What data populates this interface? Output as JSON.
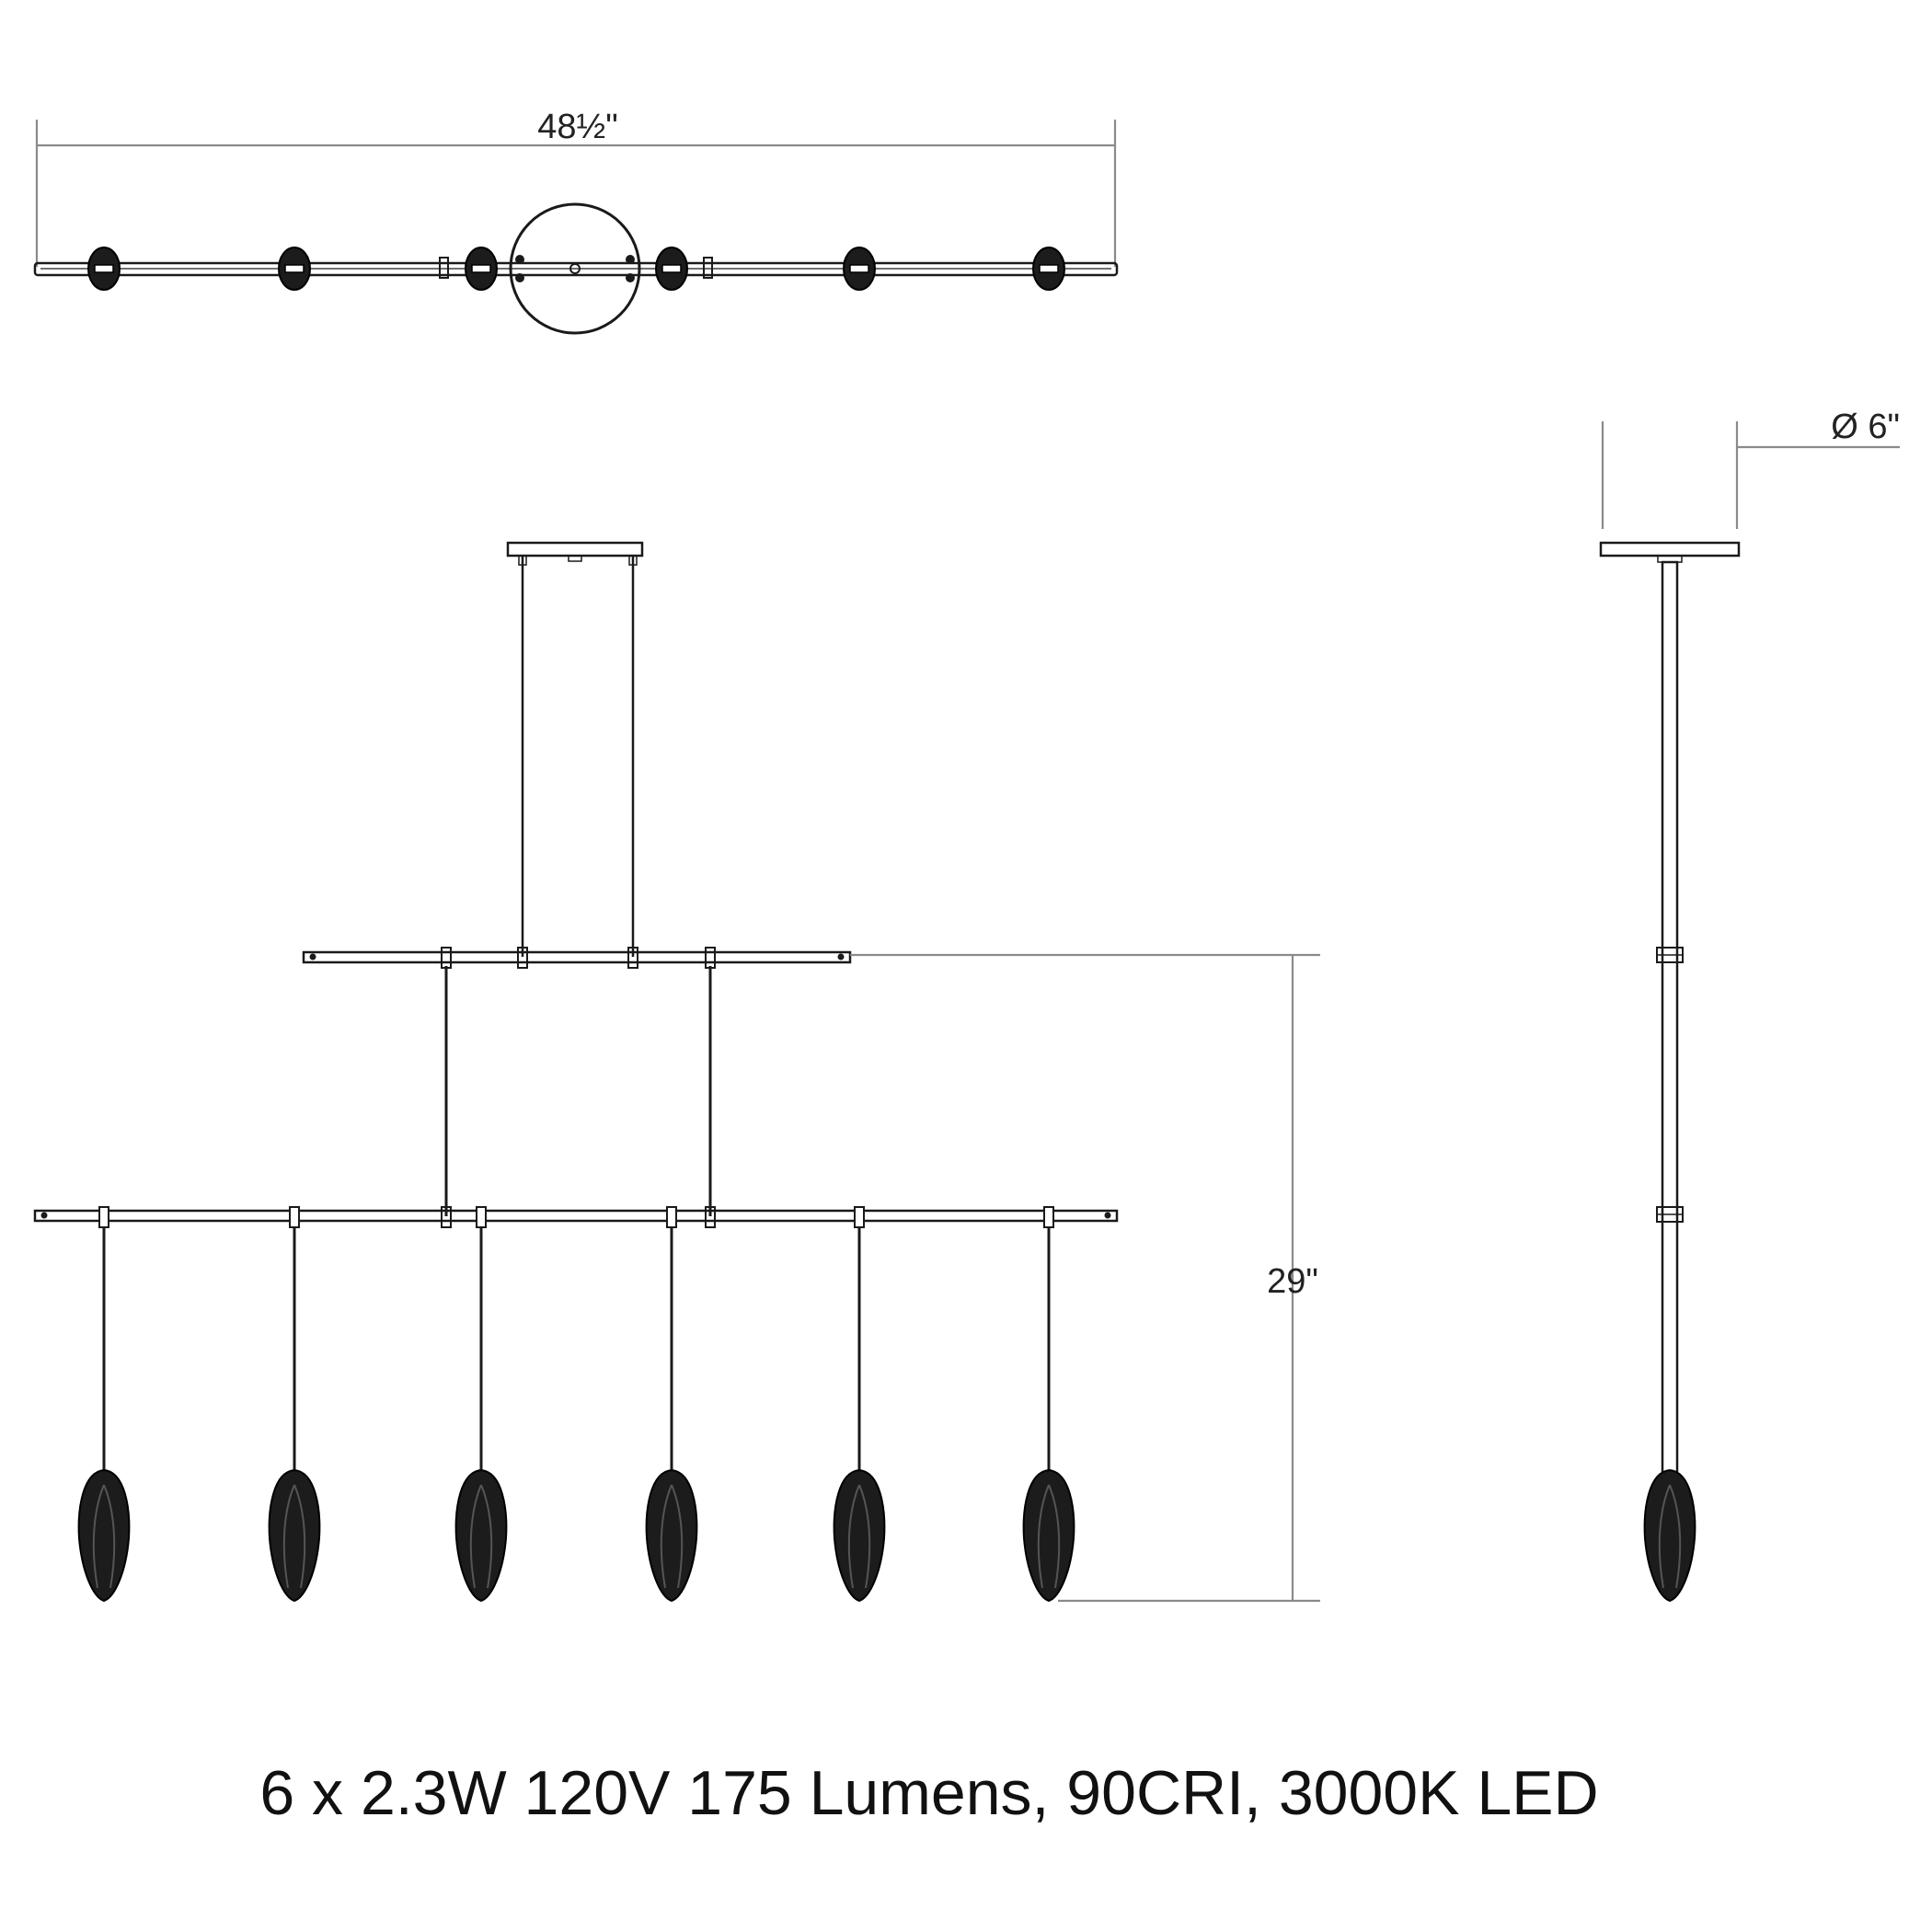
{
  "dimensions": {
    "overall_width": "48½\"",
    "canopy_diameter": "Ø 6\"",
    "drop_height": "29\""
  },
  "specs": {
    "text": "6 x 2.3W 120V 175 Lumens, 90CRI, 3000K LED"
  }
}
